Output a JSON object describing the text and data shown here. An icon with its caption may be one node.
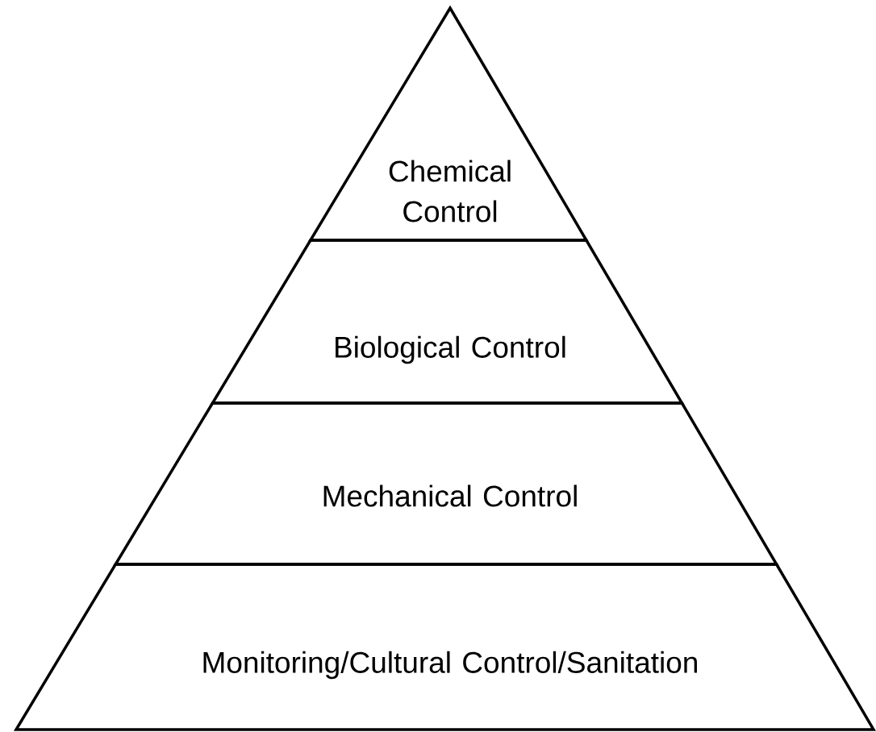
{
  "diagram": {
    "nodes": [
      {
        "text": [
          "Chemical Control"
        ]
      },
      {
        "text": [
          "Biological Control"
        ]
      },
      {
        "text": [
          "Mechanical Control"
        ]
      },
      {
        "text": [
          "Monitoring/Cultural Control/Sanitation"
        ]
      }
    ]
  }
}
